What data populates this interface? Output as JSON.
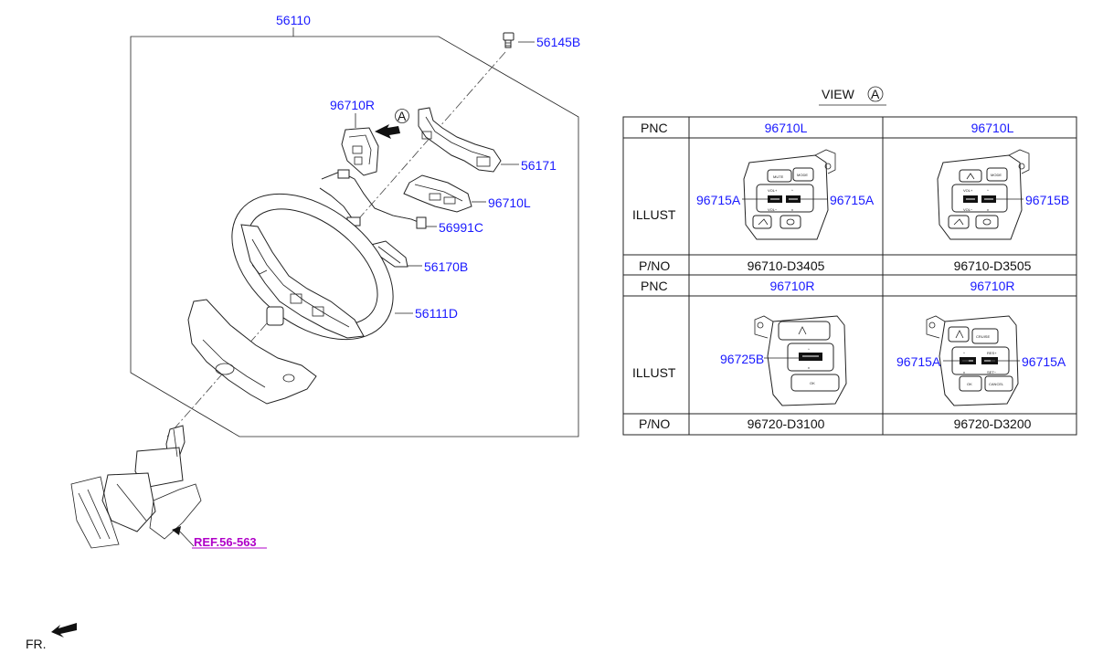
{
  "diagram": {
    "part_labels": {
      "assembly": "56110",
      "bolt": "56145B",
      "switch_right": "96710R",
      "clock_spring": "56171",
      "switch_left": "96710L",
      "extension_wire": "56991C",
      "damper": "56170B",
      "wheel_body": "56111D"
    },
    "view_marker": "A",
    "reference": "REF.56-563",
    "front_indicator": "FR."
  },
  "view_table": {
    "title": "VIEW",
    "title_marker": "A",
    "row_headers": {
      "pnc": "PNC",
      "illust": "ILLUST",
      "pno": "P/NO"
    },
    "top": {
      "col1": {
        "pnc": "96710L",
        "pno": "96710-D3405",
        "callout_left": "96715A",
        "callout_right": "96715A"
      },
      "col2": {
        "pnc": "96710L",
        "pno": "96710-D3505",
        "callout_right": "96715B"
      }
    },
    "bottom": {
      "col1": {
        "pnc": "96710R",
        "pno": "96720-D3100",
        "callout_left": "96725B"
      },
      "col2": {
        "pnc": "96710R",
        "pno": "96720-D3200",
        "callout_left": "96715A",
        "callout_right": "96715A"
      }
    }
  },
  "button_text": {
    "mute": "MUTE",
    "mode": "MODE",
    "vol_up": "VOL+",
    "vol_down": "VOL−",
    "cruise": "CRUISE",
    "res": "RES+",
    "set": "SET−",
    "ok": "OK",
    "cancel": "CANCEL"
  },
  "colors": {
    "label_blue": "#1a1aff",
    "reference_magenta": "#b000c8",
    "line": "#222222"
  }
}
